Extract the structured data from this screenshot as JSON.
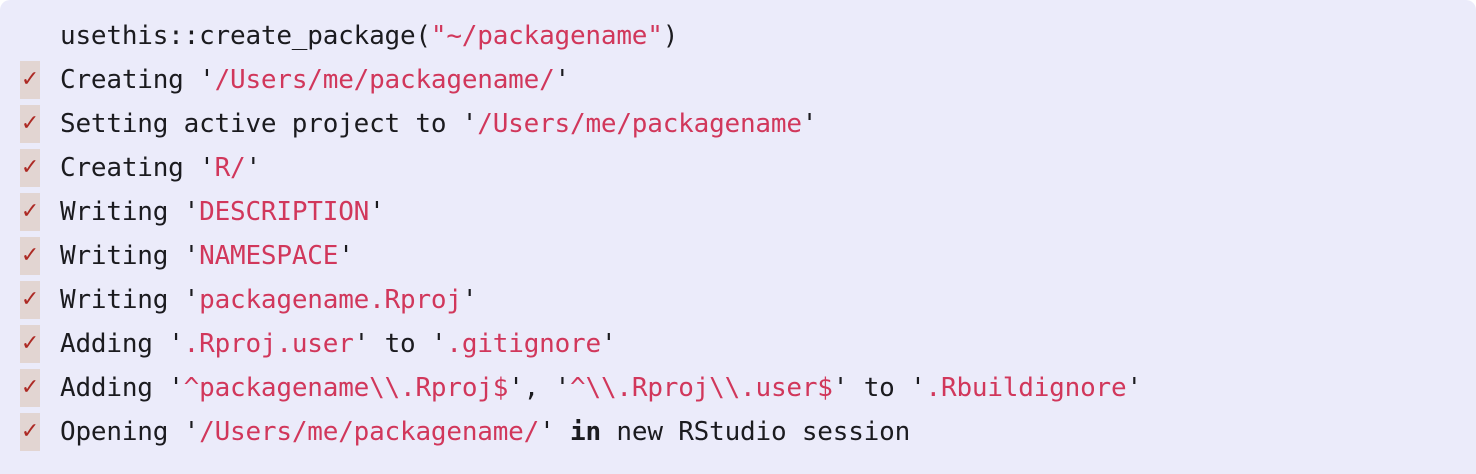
{
  "console": {
    "background_color": "#ebebfa",
    "text_color": "#1b1b1f",
    "accent_color": "#d1375b",
    "badge_background_color": "#e2d5d2",
    "badge_glyph_color": "#ad2a24",
    "check_icon": "✓",
    "lines": [
      {
        "has_check": false,
        "tokens": [
          {
            "style": "plain",
            "text": "usethis::create_package("
          },
          {
            "style": "red",
            "text": "\"~/packagename\""
          },
          {
            "style": "plain",
            "text": ")"
          }
        ]
      },
      {
        "has_check": true,
        "tokens": [
          {
            "style": "plain",
            "text": "Creating "
          },
          {
            "style": "quote",
            "text": "'"
          },
          {
            "style": "red",
            "text": "/Users/me/packagename/"
          },
          {
            "style": "quote",
            "text": "'"
          }
        ]
      },
      {
        "has_check": true,
        "tokens": [
          {
            "style": "plain",
            "text": "Setting active project to "
          },
          {
            "style": "quote",
            "text": "'"
          },
          {
            "style": "red",
            "text": "/Users/me/packagename"
          },
          {
            "style": "quote",
            "text": "'"
          }
        ]
      },
      {
        "has_check": true,
        "tokens": [
          {
            "style": "plain",
            "text": "Creating "
          },
          {
            "style": "quote",
            "text": "'"
          },
          {
            "style": "red",
            "text": "R/"
          },
          {
            "style": "quote",
            "text": "'"
          }
        ]
      },
      {
        "has_check": true,
        "tokens": [
          {
            "style": "plain",
            "text": "Writing "
          },
          {
            "style": "quote",
            "text": "'"
          },
          {
            "style": "red",
            "text": "DESCRIPTION"
          },
          {
            "style": "quote",
            "text": "'"
          }
        ]
      },
      {
        "has_check": true,
        "tokens": [
          {
            "style": "plain",
            "text": "Writing "
          },
          {
            "style": "quote",
            "text": "'"
          },
          {
            "style": "red",
            "text": "NAMESPACE"
          },
          {
            "style": "quote",
            "text": "'"
          }
        ]
      },
      {
        "has_check": true,
        "tokens": [
          {
            "style": "plain",
            "text": "Writing "
          },
          {
            "style": "quote",
            "text": "'"
          },
          {
            "style": "red",
            "text": "packagename.Rproj"
          },
          {
            "style": "quote",
            "text": "'"
          }
        ]
      },
      {
        "has_check": true,
        "tokens": [
          {
            "style": "plain",
            "text": "Adding "
          },
          {
            "style": "quote",
            "text": "'"
          },
          {
            "style": "red",
            "text": ".Rproj.user"
          },
          {
            "style": "quote",
            "text": "'"
          },
          {
            "style": "plain",
            "text": " to "
          },
          {
            "style": "quote",
            "text": "'"
          },
          {
            "style": "red",
            "text": ".gitignore"
          },
          {
            "style": "quote",
            "text": "'"
          }
        ]
      },
      {
        "has_check": true,
        "tokens": [
          {
            "style": "plain",
            "text": "Adding "
          },
          {
            "style": "quote",
            "text": "'"
          },
          {
            "style": "red",
            "text": "^packagename\\\\.Rproj$"
          },
          {
            "style": "quote",
            "text": "'"
          },
          {
            "style": "plain",
            "text": ", "
          },
          {
            "style": "quote",
            "text": "'"
          },
          {
            "style": "red",
            "text": "^\\\\.Rproj\\\\.user$"
          },
          {
            "style": "quote",
            "text": "'"
          },
          {
            "style": "plain",
            "text": " to "
          },
          {
            "style": "quote",
            "text": "'"
          },
          {
            "style": "red",
            "text": ".Rbuildignore"
          },
          {
            "style": "quote",
            "text": "'"
          }
        ]
      },
      {
        "has_check": true,
        "tokens": [
          {
            "style": "plain",
            "text": "Opening "
          },
          {
            "style": "quote",
            "text": "'"
          },
          {
            "style": "red",
            "text": "/Users/me/packagename/"
          },
          {
            "style": "quote",
            "text": "'"
          },
          {
            "style": "plain",
            "text": " "
          },
          {
            "style": "bold",
            "text": "in"
          },
          {
            "style": "plain",
            "text": " new RStudio session"
          }
        ]
      }
    ]
  }
}
